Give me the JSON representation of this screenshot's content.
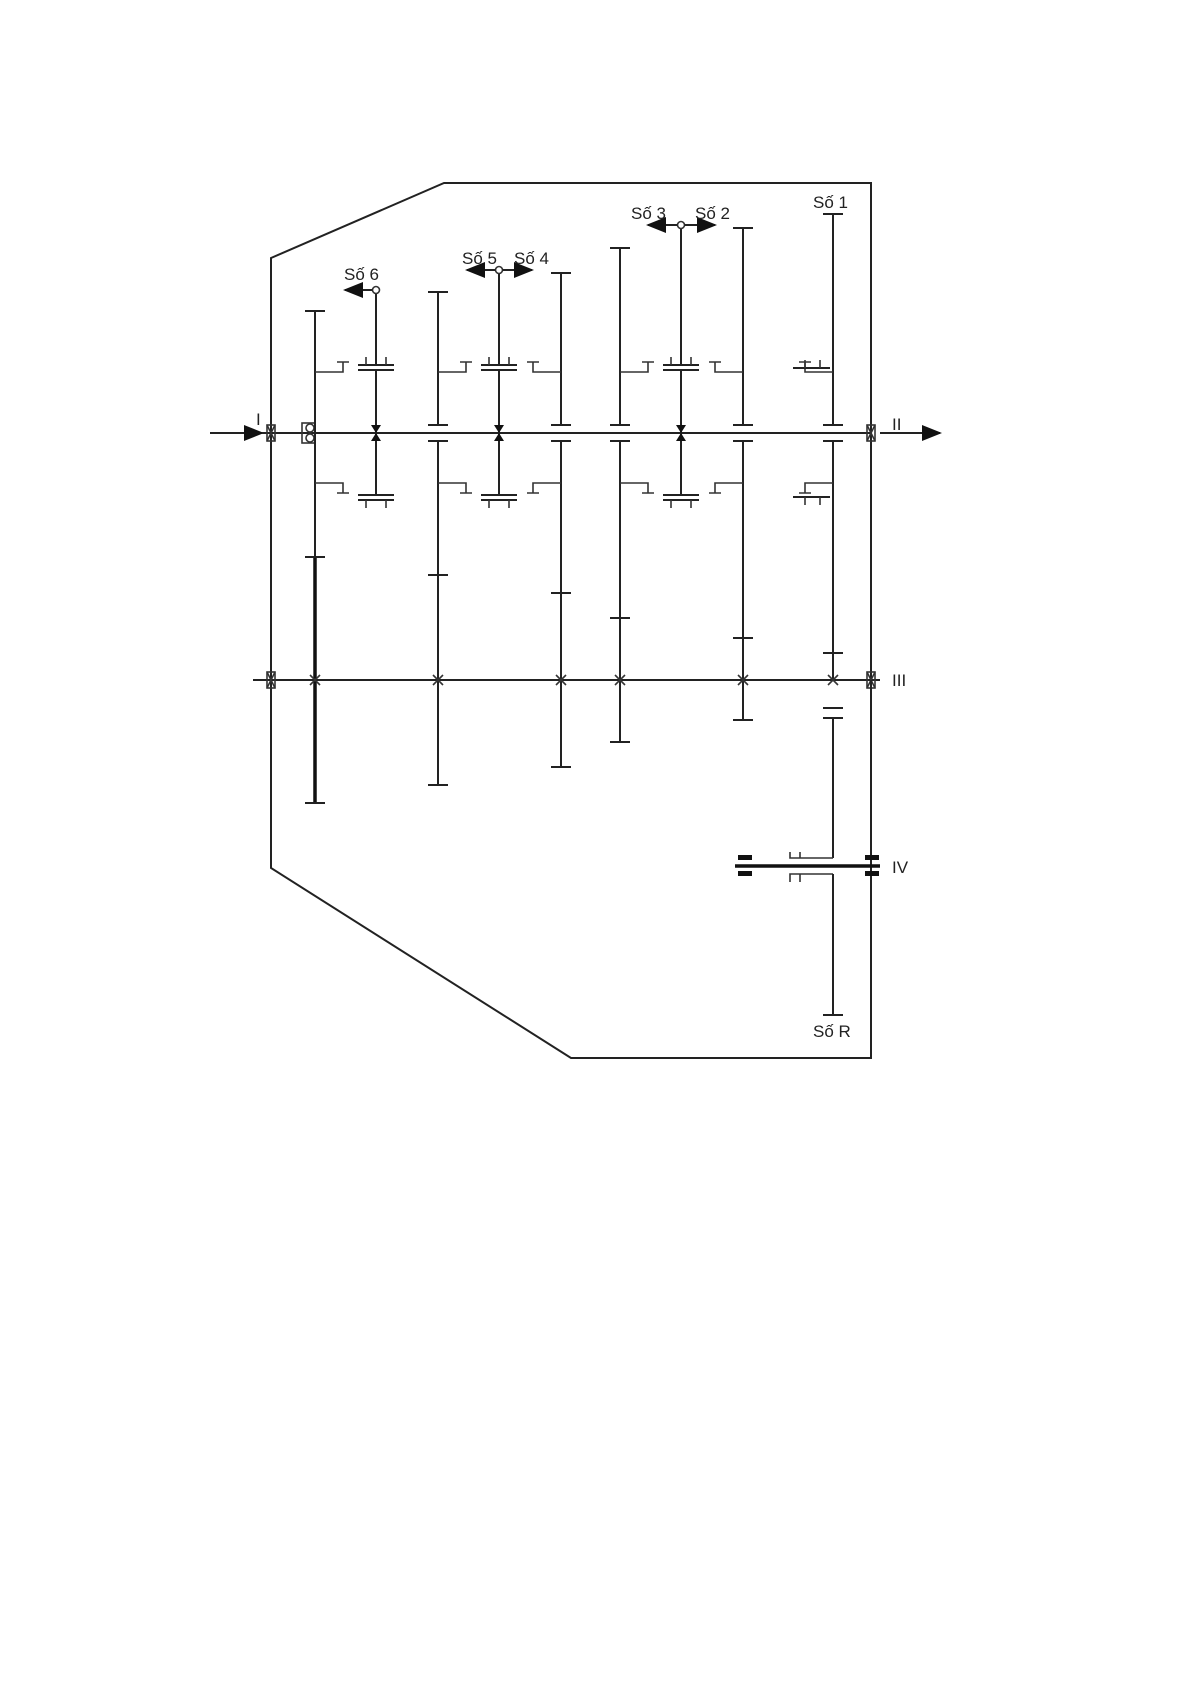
{
  "diagram": {
    "type": "gearbox-kinematic-scheme",
    "shafts": {
      "input": "I",
      "output": "II",
      "counter": "III",
      "reverse": "IV"
    },
    "gears": {
      "g6": "Số 6",
      "g5": "Số 5",
      "g4": "Số 4",
      "g3": "Số 3",
      "g2": "Số 2",
      "g1": "Số 1",
      "gR": "Số R"
    }
  }
}
